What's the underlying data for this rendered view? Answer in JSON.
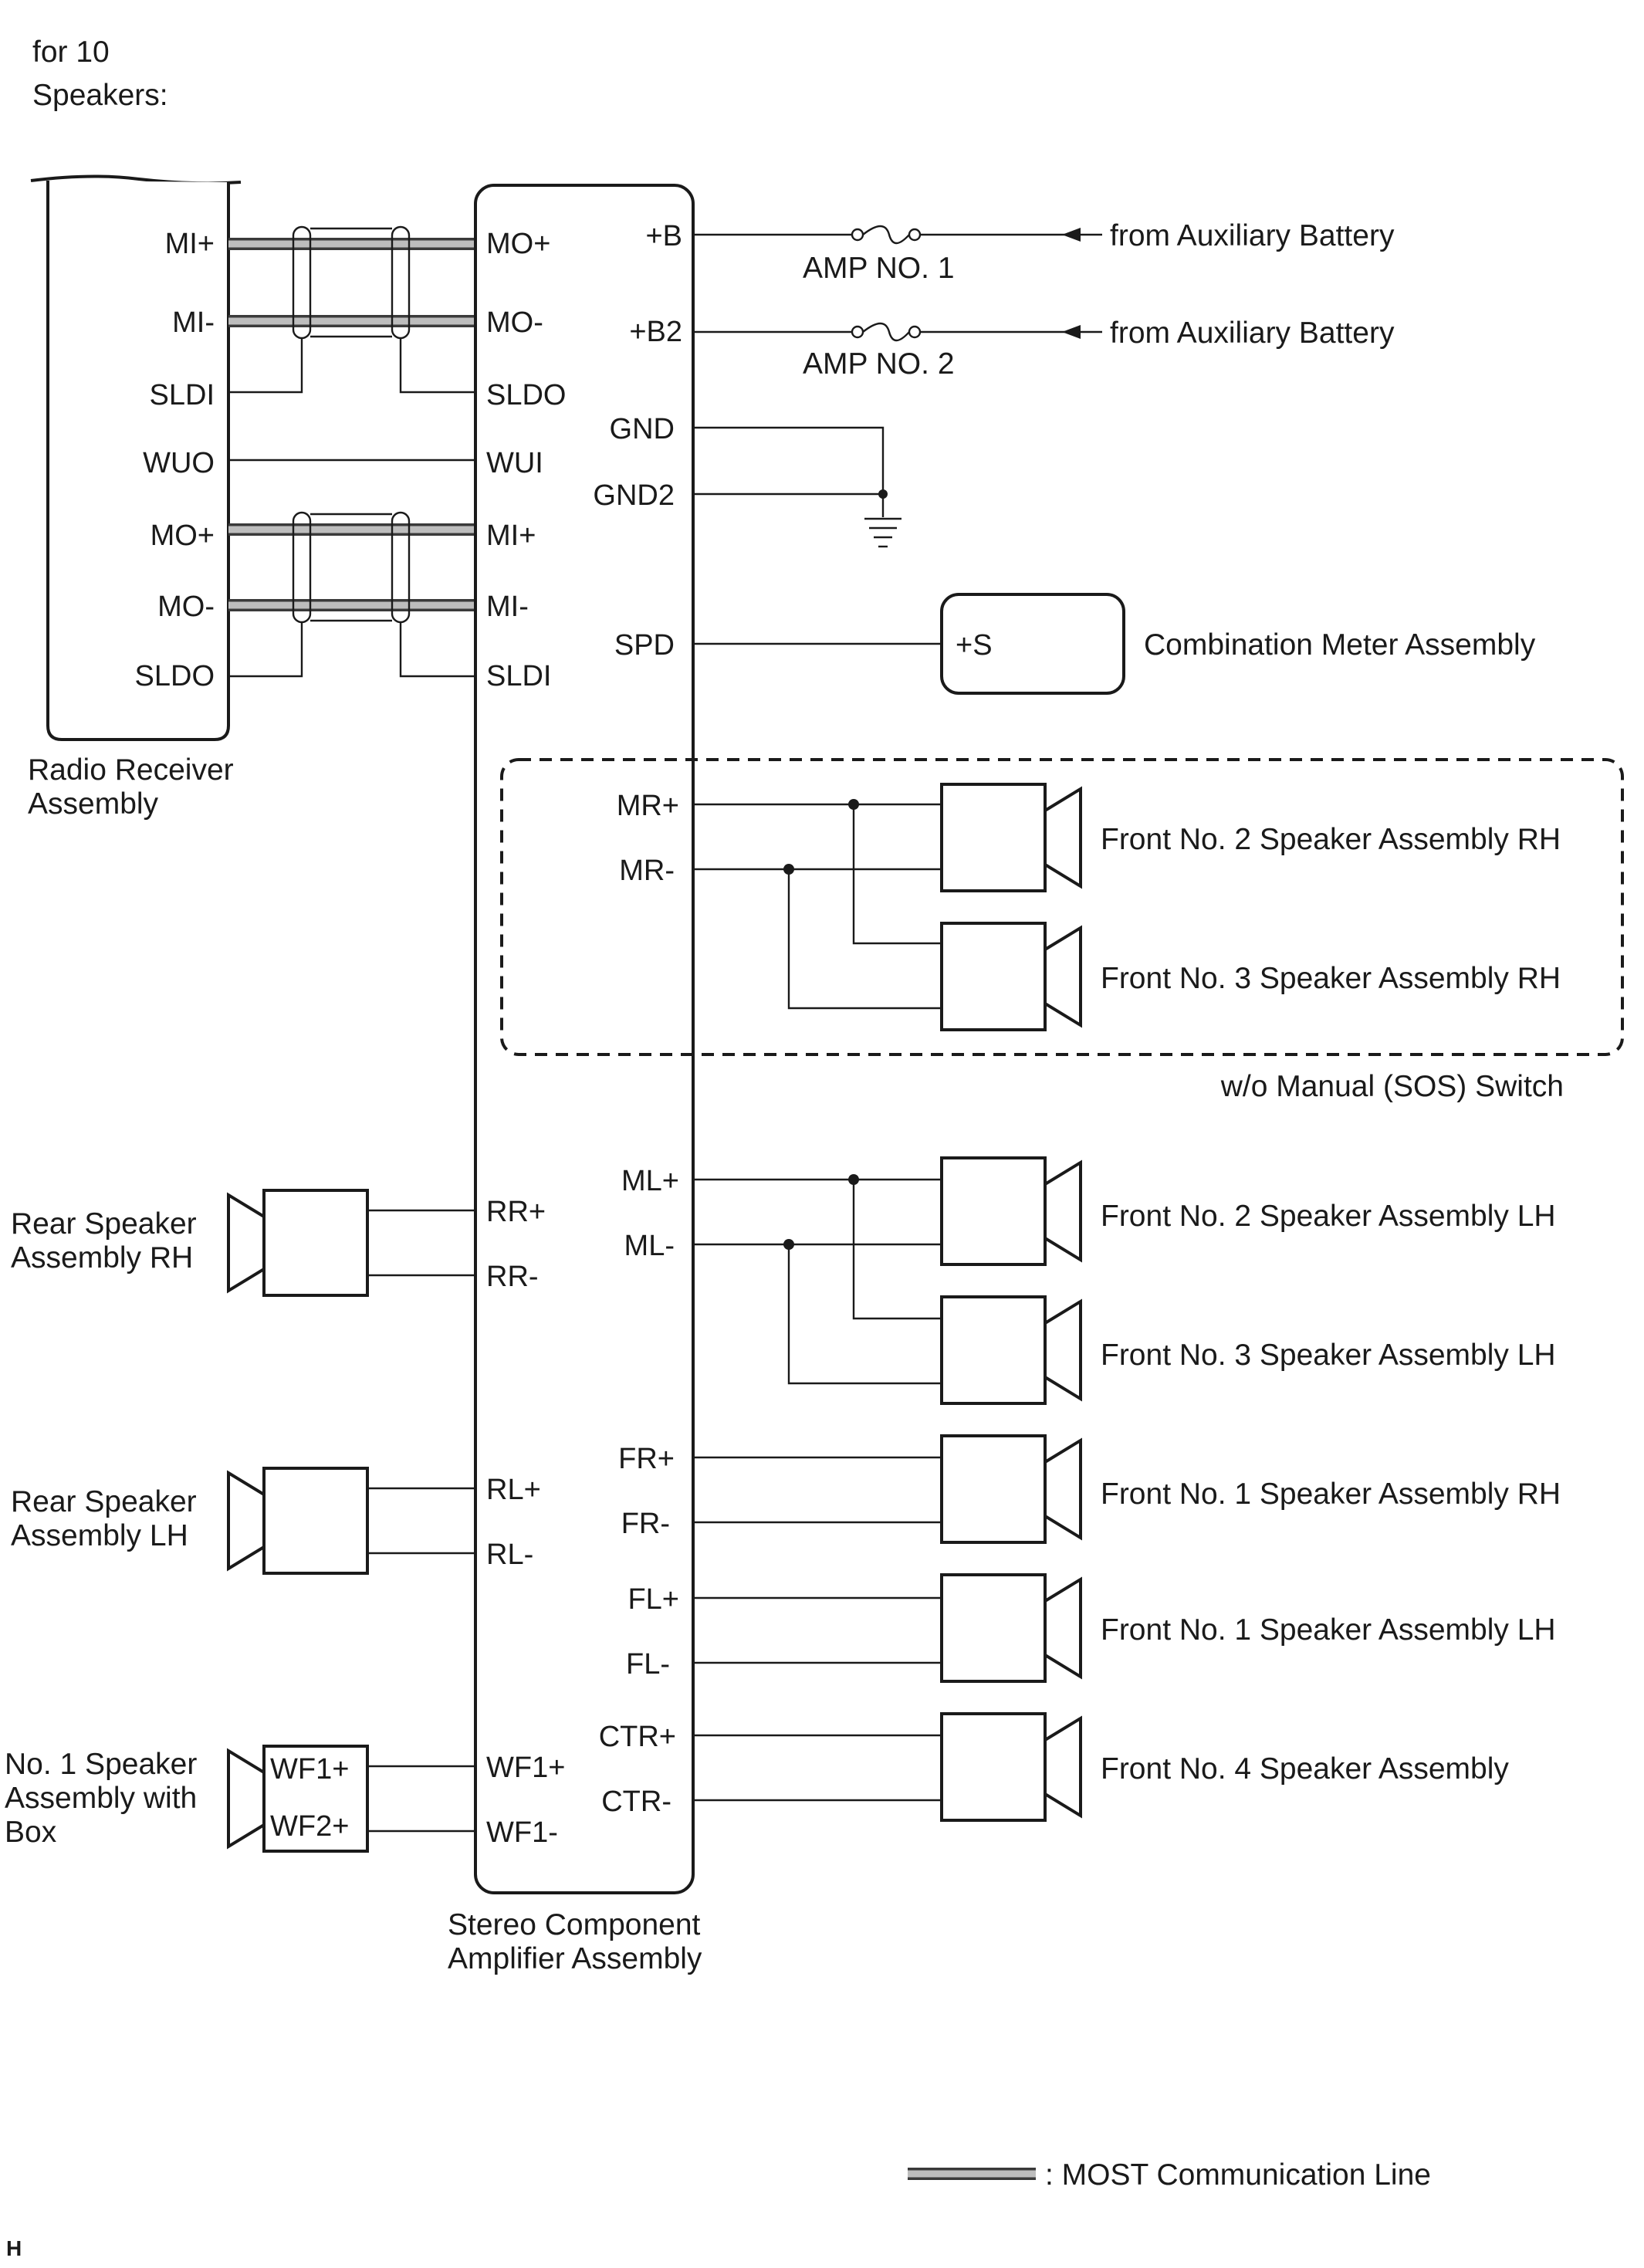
{
  "header": {
    "line1": "for 10",
    "line2": "Speakers:"
  },
  "radio_receiver": {
    "label1": "Radio Receiver",
    "label2": "Assembly",
    "pins": [
      "MI+",
      "MI-",
      "SLDI",
      "WUO",
      "MO+",
      "MO-",
      "SLDO"
    ]
  },
  "amplifier": {
    "label1": "Stereo Component",
    "label2": "Amplifier Assembly",
    "left_pins": [
      "MO+",
      "MO-",
      "SLDO",
      "WUI",
      "MI+",
      "MI-",
      "SLDI",
      "RR+",
      "RR-",
      "RL+",
      "RL-",
      "WF1+",
      "WF1-"
    ],
    "right_pins": [
      "+B",
      "+B2",
      "GND",
      "GND2",
      "SPD",
      "MR+",
      "MR-",
      "ML+",
      "ML-",
      "FR+",
      "FR-",
      "FL+",
      "FL-",
      "CTR+",
      "CTR-"
    ]
  },
  "power": {
    "fuse1": "AMP NO. 1",
    "fuse2": "AMP NO. 2",
    "source1": "from Auxiliary Battery",
    "source2": "from Auxiliary Battery"
  },
  "combination_meter": {
    "pin": "+S",
    "label": "Combination Meter Assembly"
  },
  "sos_group": {
    "label": "w/o Manual (SOS) Switch"
  },
  "right_speakers": [
    "Front No. 2 Speaker Assembly RH",
    "Front No. 3 Speaker Assembly RH",
    "Front No. 2 Speaker Assembly LH",
    "Front No. 3 Speaker Assembly LH",
    "Front No. 1 Speaker Assembly RH",
    "Front No. 1 Speaker Assembly LH",
    "Front No. 4 Speaker Assembly"
  ],
  "left_speakers": {
    "rear_rh": [
      "Rear Speaker",
      "Assembly RH"
    ],
    "rear_lh": [
      "Rear Speaker",
      "Assembly LH"
    ],
    "subwoofer": [
      "No. 1 Speaker",
      "Assembly with",
      "Box"
    ],
    "subwoofer_pins": [
      "WF1+",
      "WF2+"
    ]
  },
  "legend": {
    "text": ": MOST Communication Line"
  },
  "footer": {
    "code": "H"
  }
}
